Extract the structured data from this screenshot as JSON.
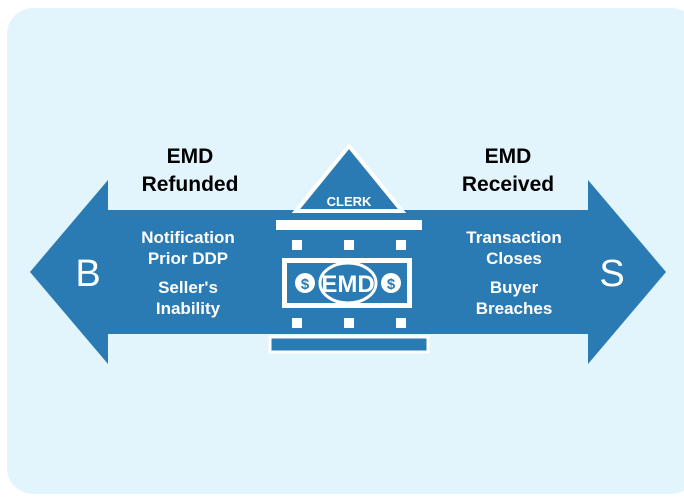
{
  "left": {
    "heading_line1": "EMD",
    "heading_line2": "Refunded",
    "party": "B",
    "conditions": [
      "Notification",
      "Prior DDP",
      "Seller's",
      "Inability"
    ]
  },
  "right": {
    "heading_line1": "EMD",
    "heading_line2": "Received",
    "party": "S",
    "conditions": [
      "Transaction",
      "Closes",
      "Buyer",
      "Breaches"
    ]
  },
  "center": {
    "roof_label": "CLERK",
    "money_label": "EMD",
    "currency_symbol": "$"
  },
  "colors": {
    "arrow": "#2a7bb3",
    "building_border": "#ffffff",
    "background": "#e2f4fc",
    "text_dark": "#000000",
    "text_light": "#ffffff"
  }
}
